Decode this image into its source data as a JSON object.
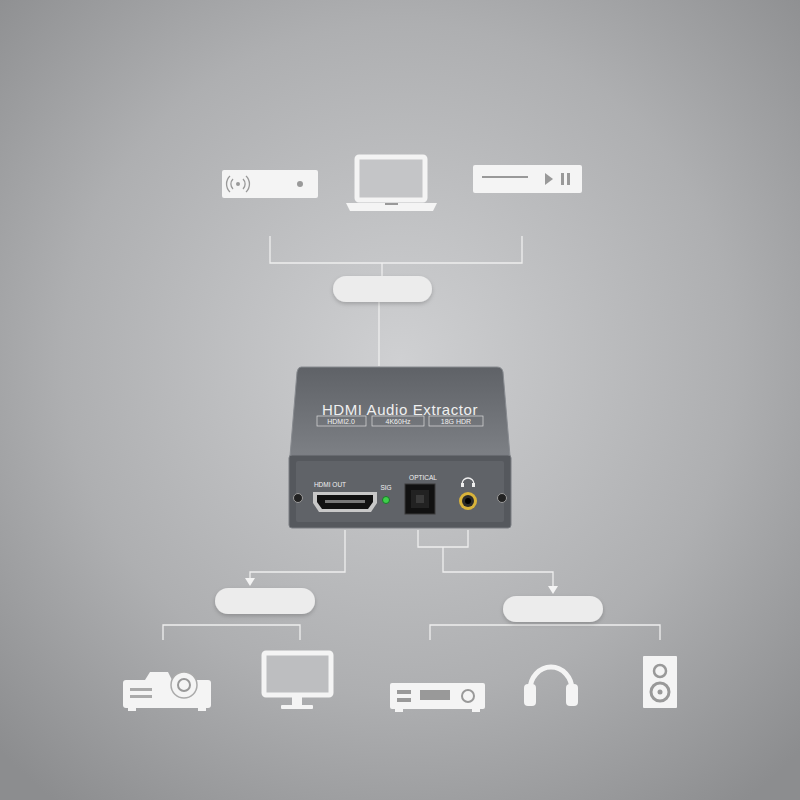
{
  "diagram": {
    "nodes": [
      {
        "text": [
          "HDMI Audio Extractor",
          "HDMI2.0",
          "4K60Hz",
          "18G HDR",
          "HDMI OUT",
          "SIG",
          "OPTICAL"
        ]
      }
    ]
  }
}
